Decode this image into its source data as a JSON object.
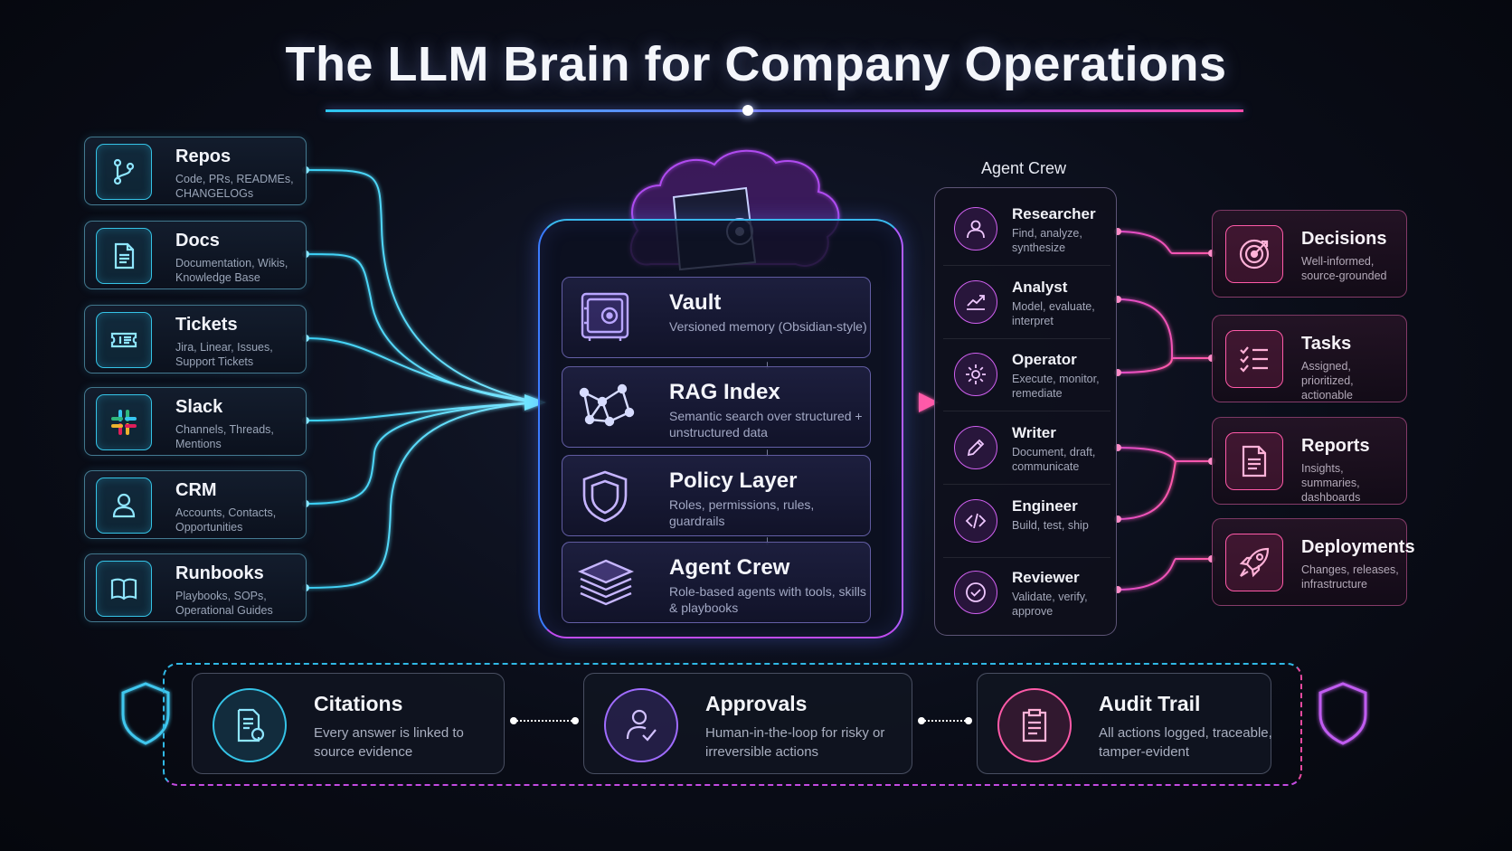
{
  "title": "The LLM Brain for Company Operations",
  "colors": {
    "cyan": "#35c3e6",
    "violet": "#a06cff",
    "magenta": "#e04cc8",
    "pink": "#ff5aa8"
  },
  "sources": [
    {
      "name": "Repos",
      "desc": "Code, PRs, READMEs, CHANGELOGs",
      "icon": "git-branch-icon"
    },
    {
      "name": "Docs",
      "desc": "Documentation, Wikis, Knowledge Base",
      "icon": "document-icon"
    },
    {
      "name": "Tickets",
      "desc": "Jira, Linear, Issues, Support Tickets",
      "icon": "ticket-icon"
    },
    {
      "name": "Slack",
      "desc": "Channels, Threads, Mentions",
      "icon": "slack-icon"
    },
    {
      "name": "CRM",
      "desc": "Accounts, Contacts, Opportunities",
      "icon": "person-icon"
    },
    {
      "name": "Runbooks",
      "desc": "Playbooks, SOPs, Operational Guides",
      "icon": "book-icon"
    }
  ],
  "core": [
    {
      "name": "Vault",
      "desc": "Versioned memory (Obsidian-style)",
      "icon": "safe-icon"
    },
    {
      "name": "RAG Index",
      "desc": "Semantic search over structured + unstructured data",
      "icon": "graph-icon"
    },
    {
      "name": "Policy Layer",
      "desc": "Roles, permissions, rules, guardrails",
      "icon": "shield-icon"
    },
    {
      "name": "Agent Crew",
      "desc": "Role-based agents with tools, skills & playbooks",
      "icon": "layers-icon"
    }
  ],
  "crew": {
    "title": "Agent Crew",
    "agents": [
      {
        "name": "Researcher",
        "desc": "Find, analyze, synthesize",
        "icon": "person-icon"
      },
      {
        "name": "Analyst",
        "desc": "Model, evaluate, interpret",
        "icon": "chart-line-icon"
      },
      {
        "name": "Operator",
        "desc": "Execute, monitor, remediate",
        "icon": "gear-icon"
      },
      {
        "name": "Writer",
        "desc": "Document, draft, communicate",
        "icon": "pencil-icon"
      },
      {
        "name": "Engineer",
        "desc": "Build, test, ship",
        "icon": "code-icon"
      },
      {
        "name": "Reviewer",
        "desc": "Validate, verify, approve",
        "icon": "check-circle-icon"
      }
    ]
  },
  "outputs": [
    {
      "name": "Decisions",
      "desc": "Well-informed, source-grounded",
      "icon": "target-icon"
    },
    {
      "name": "Tasks",
      "desc": "Assigned, prioritized, actionable",
      "icon": "checklist-icon"
    },
    {
      "name": "Reports",
      "desc": "Insights, summaries, dashboards",
      "icon": "report-icon"
    },
    {
      "name": "Deployments",
      "desc": "Changes, releases, infrastructure",
      "icon": "rocket-icon"
    }
  ],
  "governance": [
    {
      "name": "Citations",
      "desc": "Every answer is linked to source evidence",
      "icon": "doc-badge-icon"
    },
    {
      "name": "Approvals",
      "desc": "Human-in-the-loop for risky or irreversible actions",
      "icon": "person-check-icon"
    },
    {
      "name": "Audit Trail",
      "desc": "All actions logged, traceable, tamper-evident",
      "icon": "clipboard-icon"
    }
  ]
}
